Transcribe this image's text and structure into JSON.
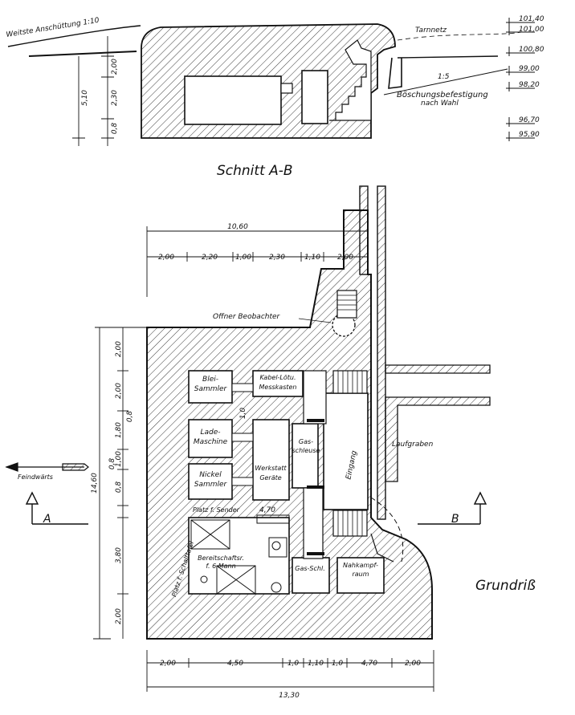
{
  "titles": {
    "section": "Schnitt A-B",
    "plan": "Grundriß"
  },
  "section": {
    "slope_label": "Weitste Anschüttung 1:10",
    "tarnnetz": "Tarnnetz",
    "ratio": "1:5",
    "embankment": "Böschungsbefestigung",
    "embankment_2": "nach Wahl",
    "vdims": [
      "2,00",
      "2,30",
      "0,8"
    ],
    "total_height": "5,10",
    "levels": [
      "101,40",
      "101,00",
      "100,80",
      "99,00",
      "98,20",
      "96,70",
      "95,90"
    ]
  },
  "plan": {
    "top_total": "10,60",
    "top_dims": [
      "2,00",
      "2,20",
      "1,00",
      "2,30",
      "1,10",
      "2,00"
    ],
    "bottom_dims": [
      "2,00",
      "4,50",
      "1,0",
      "1,10",
      "1,0",
      "4,70",
      "2,00"
    ],
    "bottom_total": "13,30",
    "left_dims": [
      "2,00",
      "2,00",
      "1,80",
      "1,00",
      "0,8",
      "3,80",
      "2,00"
    ],
    "left_total": "14,60",
    "inner_dims": [
      "1,0",
      "0,8"
    ],
    "aside_dims": [
      "0,8"
    ],
    "mid_dim": "4,70",
    "rooms": {
      "blei_1": "Blei-",
      "blei_2": "Sammler",
      "lade_1": "Lade-",
      "lade_2": "Maschine",
      "nickel_1": "Nickel",
      "nickel_2": "Sammler",
      "kabel_1": "Kabel-Lötu.",
      "kabel_2": "Messkasten",
      "werkstatt_1": "Werkstatt",
      "werkstatt_2": "Geräte",
      "gas_1": "Gas-",
      "gas_2": "schleuse",
      "eingang": "Eingang",
      "platz_sender": "Platz f. Sender",
      "platz_schalt": "Platz f. Schalttafel",
      "bereit_1": "Bereitschaftsr.",
      "bereit_2": "f. 6 Mann",
      "gasschl": "Gas-Schl.",
      "nah_1": "Nahkampf-",
      "nah_2": "raum",
      "offner": "Offner Beobachter",
      "laufgraben": "Laufgraben",
      "feindwarts": "Feindwärts",
      "marker_a": "A",
      "marker_b": "B"
    }
  }
}
